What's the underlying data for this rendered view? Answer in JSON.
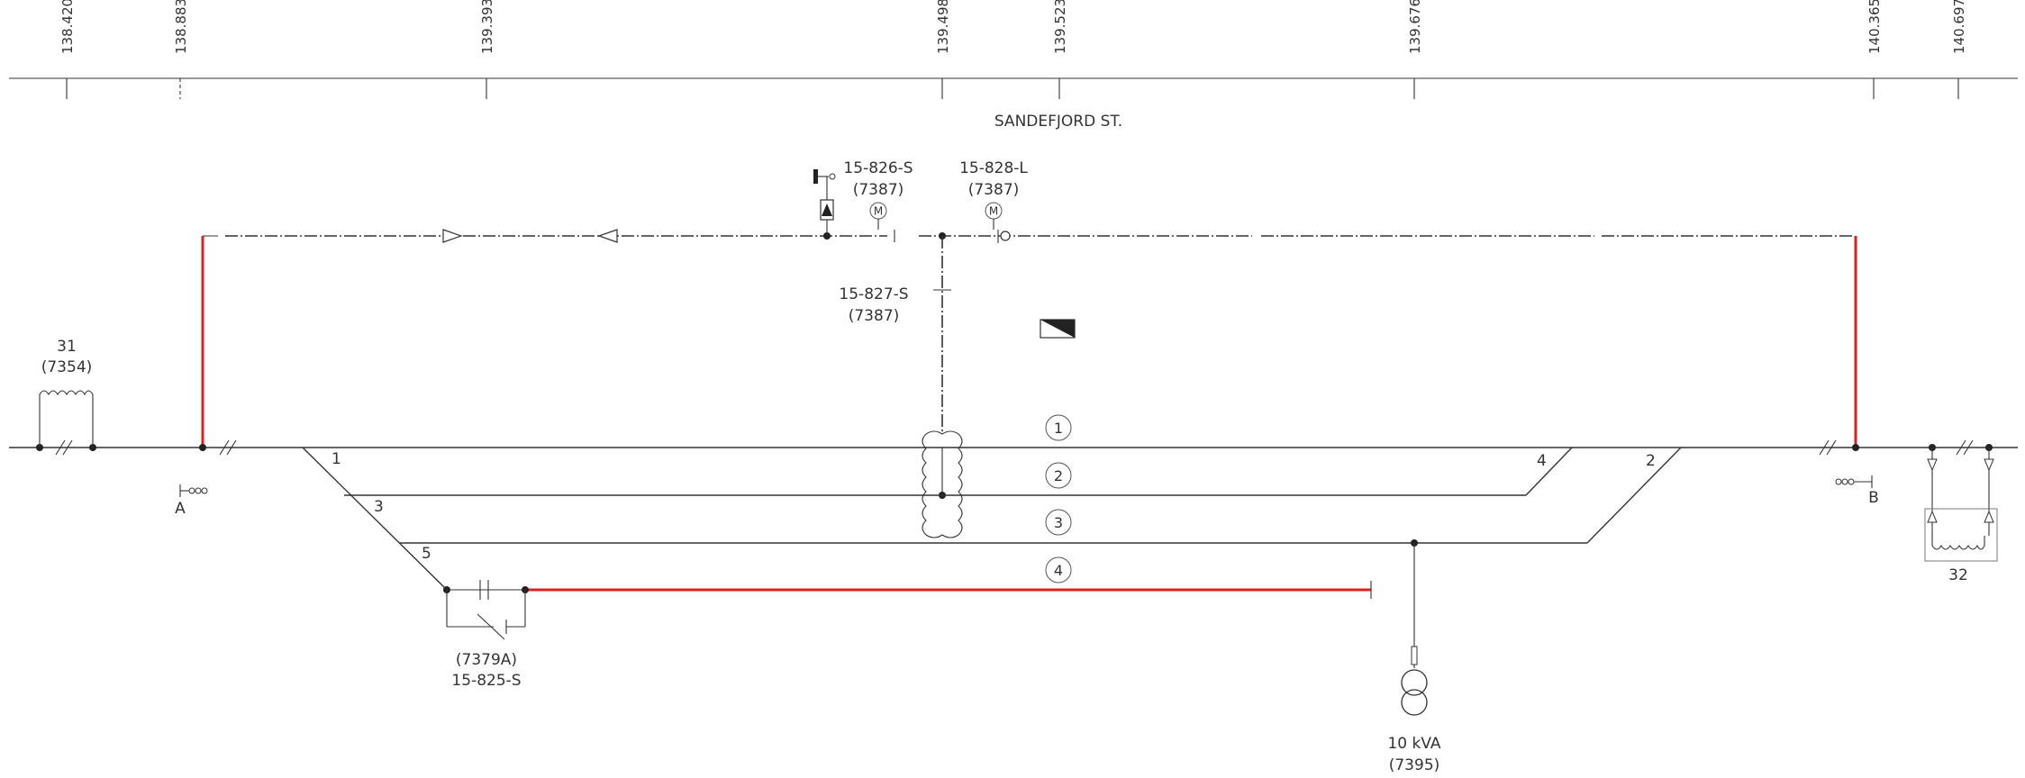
{
  "station": {
    "name": "SANDEFJORD ST."
  },
  "chainage": [
    "138.420",
    "138.883",
    "139.393",
    "139.498",
    "139.523",
    "139.676",
    "140.365",
    "140.697"
  ],
  "tracks": [
    "1",
    "2",
    "3",
    "4"
  ],
  "switches": [
    "1",
    "2",
    "3",
    "4",
    "5"
  ],
  "section_switches": [
    {
      "name": "15-826-S",
      "ref": "(7387)"
    },
    {
      "name": "15-828-L",
      "ref": "(7387)"
    },
    {
      "name": "15-827-S",
      "ref": "(7387)"
    }
  ],
  "motor_symbol": "M",
  "booster_left": {
    "id": "31",
    "ref": "(7354)"
  },
  "booster_right": {
    "id": "32"
  },
  "disconnector_bottom": {
    "ref": "(7379A)",
    "name": "15-825-S"
  },
  "transformer": {
    "rating": "10 kVA",
    "ref": "(7395)"
  },
  "markers": {
    "a": "A",
    "b": "B"
  },
  "colors": {
    "line": "#333333",
    "dead_section": "#e0201c"
  }
}
